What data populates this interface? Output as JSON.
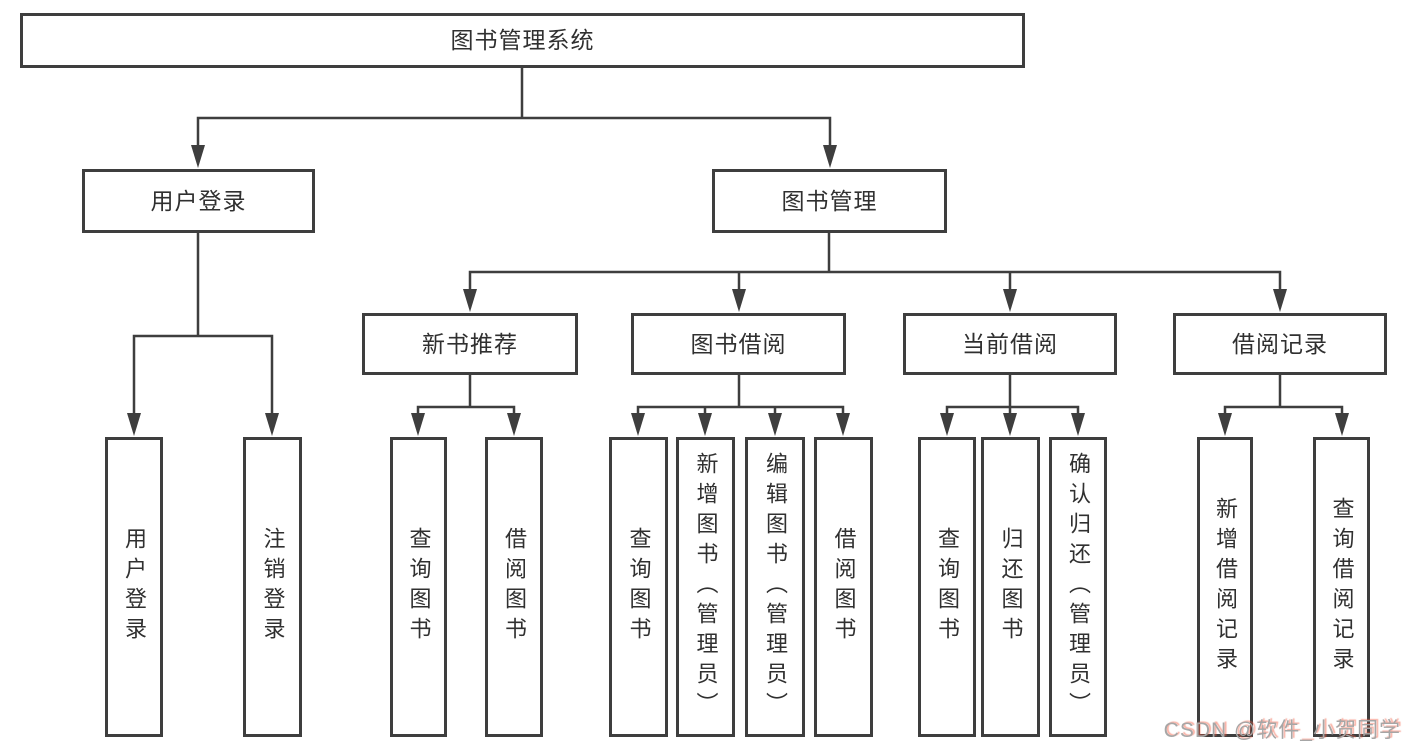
{
  "diagram_title": "图书管理系统",
  "nodes": {
    "system": "图书管理系统",
    "user_login": "用户登录",
    "book_manage": "图书管理",
    "new_book_rec": "新书推荐",
    "book_borrow": "图书借阅",
    "current_borrow": "当前借阅",
    "borrow_records": "借阅记录",
    "user_login_leaf": "用户登录",
    "logout_leaf": "注销登录",
    "rec_query_book": "查询图书",
    "rec_borrow_book": "借阅图书",
    "bb_query_book": "查询图书",
    "bb_add_book": "新增图书（管理员）",
    "bb_edit_book": "编辑图书（管理员）",
    "bb_borrow_book": "借阅图书",
    "cb_query_book": "查询图书",
    "cb_return_book": "归还图书",
    "cb_confirm_return": "确认归还（管理员）",
    "br_add_record": "新增借阅记录",
    "br_query_record": "查询借阅记录"
  },
  "hierarchy": {
    "图书管理系统": {
      "用户登录": [
        "用户登录",
        "注销登录"
      ],
      "图书管理": {
        "新书推荐": [
          "查询图书",
          "借阅图书"
        ],
        "图书借阅": [
          "查询图书",
          "新增图书（管理员）",
          "编辑图书（管理员）",
          "借阅图书"
        ],
        "当前借阅": [
          "查询图书",
          "归还图书",
          "确认归还（管理员）"
        ],
        "借阅记录": [
          "新增借阅记录",
          "查询借阅记录"
        ]
      }
    }
  },
  "watermark": "CSDN @软件_小贺同学",
  "colors": {
    "line": "#3e3e3e",
    "box_border": "#3e3e3e",
    "text": "#303030",
    "background": "#ffffff",
    "watermark_text": "#a6a6a6",
    "watermark_shadow": "#f45e44"
  }
}
